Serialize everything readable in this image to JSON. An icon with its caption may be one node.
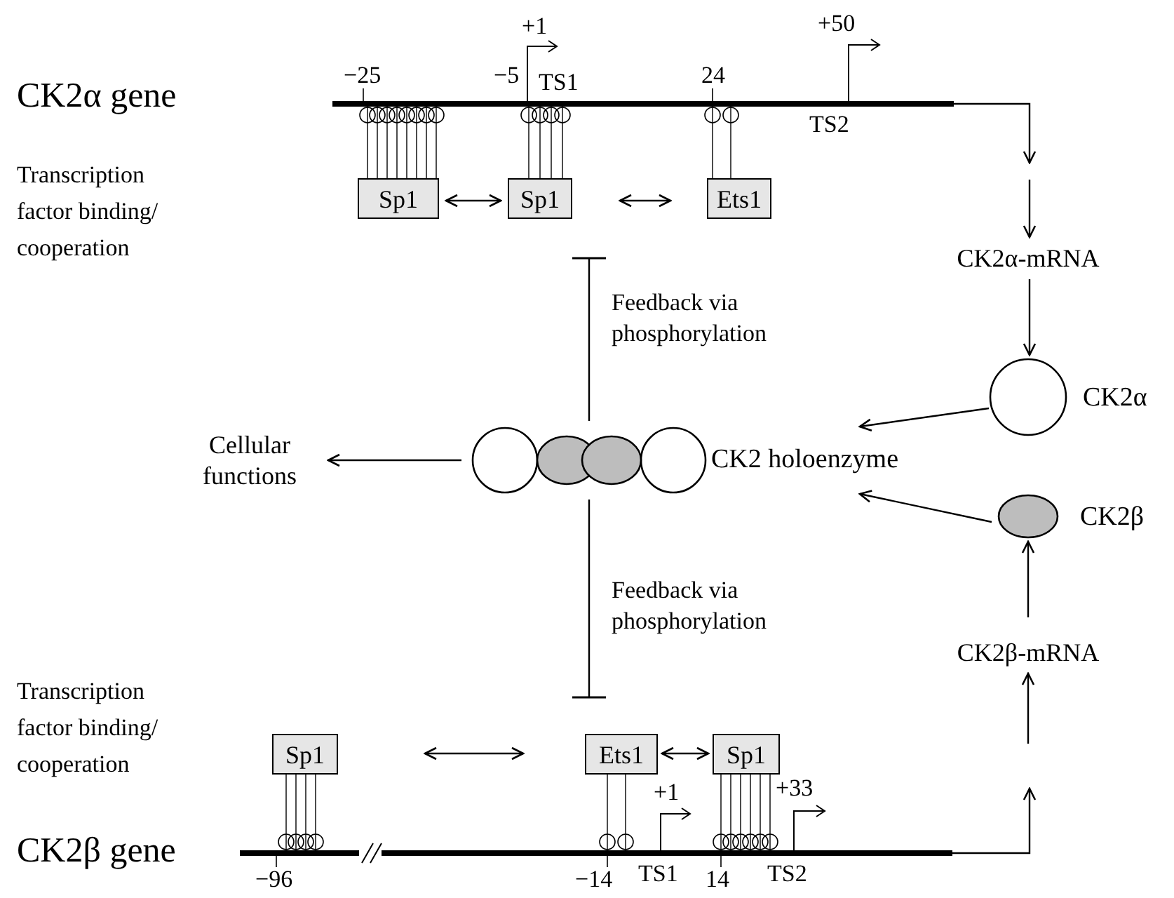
{
  "diagram": {
    "nodes": [
      {
        "text": [],
        "shape": "bar"
      },
      {
        "text": [
          "Sp1"
        ]
      },
      {
        "text": [
          "Sp1"
        ]
      },
      {
        "text": [
          "Ets1"
        ]
      },
      {
        "text": [
          "CK2α-mRNA"
        ]
      },
      {
        "text": [],
        "shape": "circle",
        "beside": [
          "CK2α"
        ]
      },
      {
        "text": [],
        "shape": "picture",
        "beside": [
          "CK2 holoenzyme"
        ]
      },
      {
        "text": [
          "Cellular functions"
        ]
      },
      {
        "text": [],
        "shape": "ellipse",
        "beside": [
          "CK2β"
        ]
      },
      {
        "text": [
          "CK2β-mRNA"
        ]
      },
      {
        "text": [
          "Sp1"
        ]
      },
      {
        "text": [
          "Ets1"
        ]
      },
      {
        "text": [
          "Sp1"
        ]
      },
      {
        "text": [],
        "shape": "bar"
      }
    ],
    "edges": [
      {
        "from": 0,
        "to": null,
        "arrow": "to"
      },
      {
        "from": null,
        "to": 4,
        "arrow": "to"
      },
      {
        "from": 4,
        "to": 5,
        "arrow": "to"
      },
      {
        "from": 5,
        "to": 6,
        "arrow": "to"
      },
      {
        "from": 8,
        "to": 6,
        "arrow": "to"
      },
      {
        "from": 9,
        "to": 8,
        "arrow": "to"
      },
      {
        "from": null,
        "to": 9,
        "arrow": "to"
      },
      {
        "from": 13,
        "to": null,
        "arrow": "to"
      },
      {
        "from": 6,
        "to": 7,
        "arrow": "to"
      },
      {
        "from": 6,
        "to": null,
        "arrow": "other",
        "label": "Feedback via phosphorylation"
      },
      {
        "from": 6,
        "to": null,
        "arrow": "other",
        "label": "Feedback via phosphorylation"
      },
      {
        "from": 1,
        "to": 2,
        "arrow": "both"
      },
      {
        "from": 2,
        "to": 3,
        "arrow": "both"
      },
      {
        "from": 10,
        "to": 11,
        "arrow": "both"
      },
      {
        "from": 11,
        "to": 12,
        "arrow": "both"
      },
      {
        "from": 1,
        "to": 0,
        "arrow": "other"
      },
      {
        "from": 2,
        "to": 0,
        "arrow": "other"
      },
      {
        "from": 3,
        "to": 0,
        "arrow": "other"
      },
      {
        "from": 10,
        "to": 13,
        "arrow": "other"
      },
      {
        "from": 11,
        "to": 13,
        "arrow": "other"
      },
      {
        "from": 12,
        "to": 13,
        "arrow": "other"
      }
    ],
    "labels": [
      "+1",
      "+50",
      "−25",
      "−5",
      "TS1",
      "24",
      "CK2α gene",
      "TS2",
      "Transcription factor binding/ cooperation",
      "Transcription factor binding/ cooperation",
      "+1",
      "+33",
      "CK2β gene",
      "−96",
      "−14",
      "TS1",
      "14",
      "TS2"
    ]
  }
}
